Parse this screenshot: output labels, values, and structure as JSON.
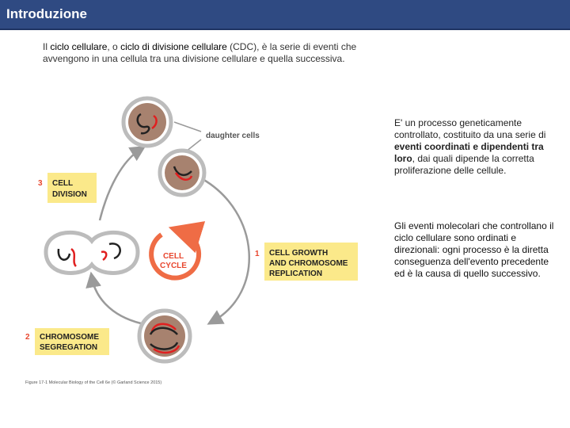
{
  "header": {
    "title": "Introduzione"
  },
  "intro": {
    "part1": "Il ",
    "term1": "ciclo cellulare",
    "part2": ", o ",
    "term2": "ciclo di divisione cellulare",
    "part3": " (CDC), è la serie di eventi che avvengono in una cellula tra una divisione cellulare e quella successiva."
  },
  "paragraph1": {
    "a": "E' un processo geneticamente controllato, costituito da una serie di ",
    "b": "eventi coordinati e dipendenti tra loro",
    "c": ", dai quali dipende la corretta proliferazione delle cellule."
  },
  "paragraph2": {
    "text": "Gli eventi molecolari che controllano il ciclo cellulare sono ordinati e direzionali: ogni processo è la diretta conseguenza dell'evento precedente ed è la causa di quello successivo."
  },
  "diagram": {
    "daughter_cells": "daughter cells",
    "cell_cycle_1": "CELL",
    "cell_cycle_2": "CYCLE",
    "stage1_number": "1",
    "stage1_line1": "CELL GROWTH",
    "stage1_line2": "AND CHROMOSOME",
    "stage1_line3": "REPLICATION",
    "stage2_number": "2",
    "stage2_line1": "CHROMOSOME",
    "stage2_line2": "SEGREGATION",
    "stage3_number": "3",
    "stage3_line1": "CELL",
    "stage3_line2": "DIVISION",
    "caption": "Figure 17-1  Molecular Biology of the Cell 6e (© Garland Science 2015)"
  },
  "colors": {
    "header_bg": "#2f4a82",
    "label_bg": "#fbe98a",
    "stage_number": "#e8472f",
    "cycle_arrow": "#ef6c45",
    "cell_fill": "#a7826f",
    "cell_ring": "#bcbcbc"
  }
}
